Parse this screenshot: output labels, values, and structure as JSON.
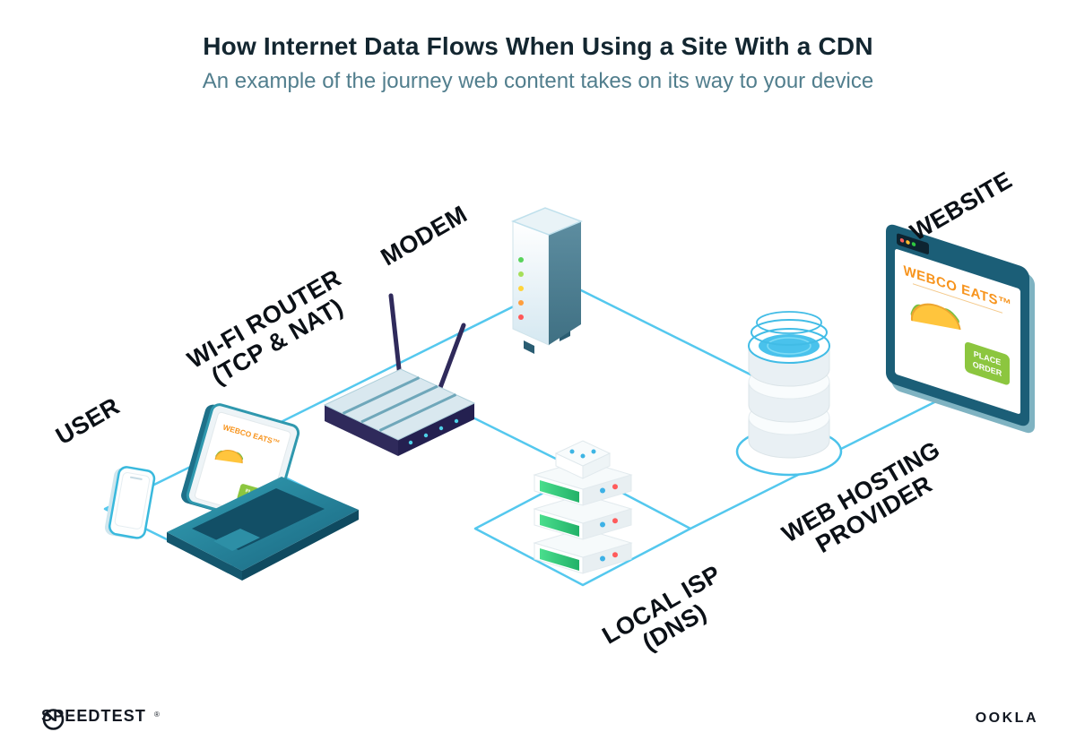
{
  "header": {
    "title": "How Internet Data Flows When Using a Site With a CDN",
    "subtitle": "An example of the journey web content takes on its way to your device"
  },
  "labels": {
    "user": "USER",
    "router_line1": "WI-FI ROUTER",
    "router_line2": "(TCP & NAT)",
    "modem": "MODEM",
    "website": "WEBSITE",
    "isp_line1": "LOCAL ISP",
    "isp_line2": "(DNS)",
    "hosting_line1": "WEB HOSTING",
    "hosting_line2": "PROVIDER"
  },
  "webco": {
    "brand": "WEBCO EATS™",
    "button_line1": "PLACE",
    "button_line2": "ORDER"
  },
  "footer": {
    "speedtest": "SPEEDTEST",
    "speedtest_mark": "®",
    "ookla": "OOKLA"
  },
  "colors": {
    "connection_line": "#54c8ee",
    "laptop_teal": "#27859c",
    "router_navy": "#2f2a5b",
    "brand_orange": "#f7941d",
    "brand_green": "#8cc63f",
    "server_green": "#35cf7e",
    "ink": "#121822",
    "subtitle_teal": "#517e8d"
  }
}
